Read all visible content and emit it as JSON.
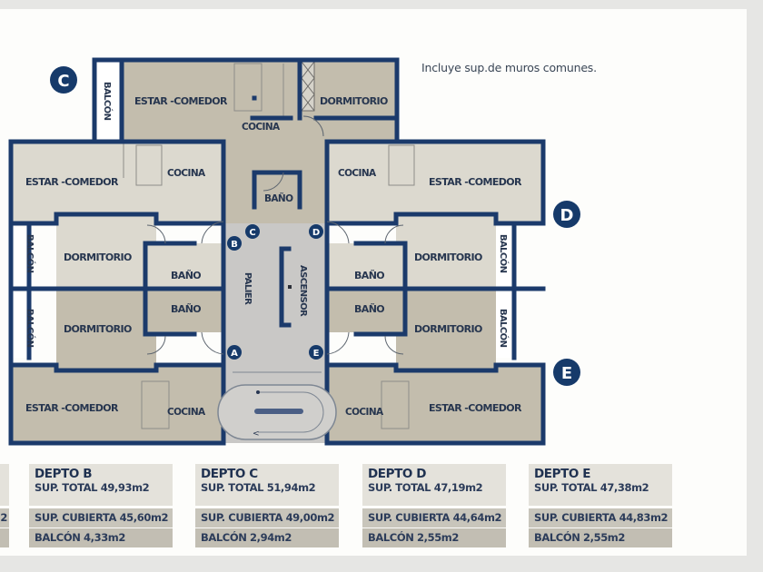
{
  "note": "Incluye sup.de muros comunes.",
  "plan": {
    "rooms": {
      "c_estar": "ESTAR -COMEDOR",
      "c_cocina": "COCINA",
      "c_dormitorio": "DORMITORIO",
      "c_balcon": "BALCÓN",
      "b_estar": "ESTAR -COMEDOR",
      "b_cocina": "COCINA",
      "b_dormitorio": "DORMITORIO",
      "b_bano": "BAÑO",
      "b_balcon": "BALCÓN",
      "a_dormitorio": "DORMITORIO",
      "a_bano": "BAÑO",
      "a_balcon": "BALCÓN",
      "a_estar": "ESTAR -COMEDOR",
      "a_cocina": "COCINA",
      "core_bano": "BAÑO",
      "palier": "PALIER",
      "ascensor": "ASCENSOR",
      "d_cocina": "COCINA",
      "d_estar": "ESTAR -COMEDOR",
      "d_dormitorio": "DORMITORIO",
      "d_bano": "BAÑO",
      "d_balcon": "BALCÓN",
      "e_dormitorio": "DORMITORIO",
      "e_bano": "BAÑO",
      "e_balcon": "BALCÓN",
      "e_cocina": "COCINA",
      "e_estar": "ESTAR -COMEDOR"
    },
    "unit_badges": {
      "c": "C",
      "d": "D",
      "e": "E"
    },
    "door_badges": {
      "a": "A",
      "b": "B",
      "c": "C",
      "d": "D",
      "e": "E"
    }
  },
  "units": [
    {
      "id": "a",
      "title": "",
      "total": "",
      "cubierta": "2",
      "balcon": ""
    },
    {
      "id": "b",
      "title": "DEPTO B",
      "total": "SUP. TOTAL 49,93m2",
      "cubierta": "SUP. CUBIERTA 45,60m2",
      "balcon": "BALCÓN 4,33m2"
    },
    {
      "id": "c",
      "title": "DEPTO C",
      "total": "SUP. TOTAL 51,94m2",
      "cubierta": "SUP. CUBIERTA 49,00m2",
      "balcon": "BALCÓN 2,94m2"
    },
    {
      "id": "d",
      "title": "DEPTO D",
      "total": "SUP. TOTAL 47,19m2",
      "cubierta": "SUP. CUBIERTA 44,64m2",
      "balcon": "BALCÓN 2,55m2"
    },
    {
      "id": "e",
      "title": "DEPTO E",
      "total": "SUP. TOTAL 47,38m2",
      "cubierta": "SUP. CUBIERTA 44,83m2",
      "balcon": "BALCÓN 2,55m2"
    }
  ],
  "colors": {
    "wall": "#1b3a6b",
    "floor_light": "#dcd9cf",
    "floor_dark": "#c3bdad",
    "common": "#c9c8c6",
    "badge": "#163a6a"
  }
}
